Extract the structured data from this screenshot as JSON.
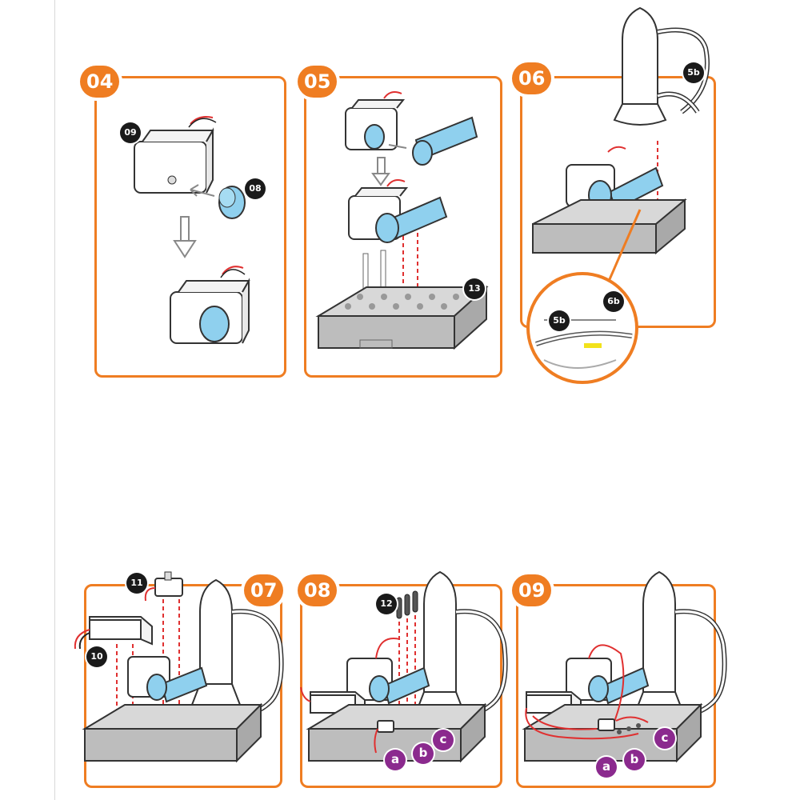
{
  "steps": [
    {
      "number": "04",
      "parts": [
        "09",
        "08"
      ]
    },
    {
      "number": "05",
      "parts": [
        "13"
      ]
    },
    {
      "number": "06",
      "parts": [
        "5b",
        "5b",
        "6b"
      ]
    },
    {
      "number": "07",
      "parts": [
        "11",
        "10"
      ]
    },
    {
      "number": "08",
      "parts": [
        "12"
      ],
      "connectors": [
        "a",
        "b",
        "c"
      ]
    },
    {
      "number": "09",
      "connectors": [
        "a",
        "b",
        "c"
      ]
    }
  ],
  "colors": {
    "panel_border": "#ef7d22",
    "motor_body": "#ffffff",
    "motor_shaft": "#8fd0ee",
    "base_plate": "#cfcfcf",
    "wire_red": "#e03030",
    "guide_dashes": "#e03030",
    "connector_badge": "#8b2a8e",
    "part_badge": "#1a1a1a",
    "highlight_arrow": "#f2e21b"
  },
  "icons": [
    "motor-icon",
    "coupler-icon",
    "rocket-icon",
    "base-plate-icon",
    "battery-box-icon",
    "switch-icon",
    "wire-clips-icon",
    "arrow-icon",
    "zoom-detail-icon"
  ]
}
